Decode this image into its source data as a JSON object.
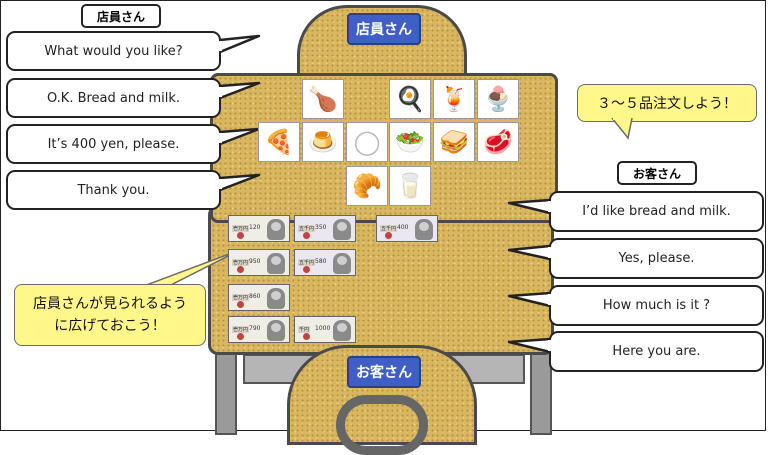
{
  "roles": {
    "clerk_label": "店員さん",
    "clerk_seat": "店員さん",
    "customer_label": "お客さん",
    "customer_seat": "お客さん"
  },
  "clerk_lines": [
    "What would you like?",
    "O.K.  Bread and milk.",
    "It’s 400 yen, please.",
    "Thank you."
  ],
  "customer_lines": [
    "I’d like bread and milk.",
    "Yes, please.",
    "How much is it ?",
    "Here you are."
  ],
  "callouts": {
    "order_hint": "３～５品注文しよう！",
    "spread_hint_line1": "店員さんが見られるよう",
    "spread_hint_line2": "に広げておこう！"
  },
  "menu_items": [
    {
      "name": "fried-chicken",
      "glyph": "🍗"
    },
    {
      "name": "omelet-rice",
      "glyph": "🍳"
    },
    {
      "name": "orange-juice",
      "glyph": "🍹"
    },
    {
      "name": "parfait",
      "glyph": "🍨"
    },
    {
      "name": "pizza",
      "glyph": "🍕"
    },
    {
      "name": "pudding",
      "glyph": "🍮"
    },
    {
      "name": "empty-plate",
      "glyph": "◯"
    },
    {
      "name": "salad",
      "glyph": "🥗"
    },
    {
      "name": "sandwich",
      "glyph": "🥪"
    },
    {
      "name": "steak",
      "glyph": "🥩"
    },
    {
      "name": "bread",
      "glyph": "🥐"
    },
    {
      "name": "milk",
      "glyph": "🥛"
    }
  ],
  "price_tags": [
    {
      "kind": "壱万円",
      "price": "120"
    },
    {
      "kind": "五千円",
      "price": "350"
    },
    {
      "kind": "五千円",
      "price": "400"
    },
    {
      "kind": "壱万円",
      "price": "950"
    },
    {
      "kind": "五千円",
      "price": "580"
    },
    {
      "kind": "壱万円",
      "price": "860"
    },
    {
      "kind": "壱万円",
      "price": "790"
    },
    {
      "kind": "千円",
      "price": "1000"
    }
  ]
}
